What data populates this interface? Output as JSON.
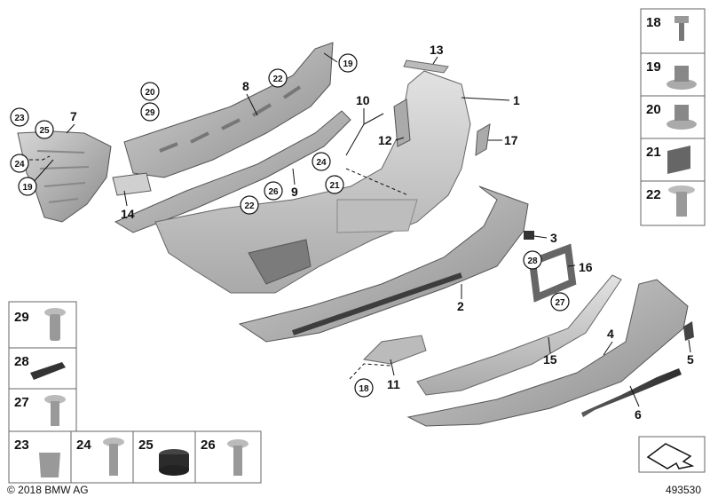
{
  "callouts": {
    "n1": "1",
    "n2": "2",
    "n3": "3",
    "n4": "4",
    "n5": "5",
    "n6": "6",
    "n7": "7",
    "n8": "8",
    "n9": "9",
    "n10": "10",
    "n11": "11",
    "n12": "12",
    "n13": "13",
    "n14": "14",
    "n15": "15",
    "n16": "16",
    "n17": "17"
  },
  "circled": {
    "c19a": "19",
    "c19b": "19",
    "c20": "20",
    "c29": "29",
    "c22a": "22",
    "c22b": "22",
    "c23": "23",
    "c25": "25",
    "c24a": "24",
    "c24b": "24",
    "c26": "26",
    "c21": "21",
    "c28": "28",
    "c27": "27",
    "c18": "18"
  },
  "legend_right": [
    "18",
    "19",
    "20",
    "21",
    "22"
  ],
  "legend_left": [
    "29",
    "28",
    "27"
  ],
  "legend_bottom": [
    "23",
    "24",
    "25",
    "26"
  ],
  "footer": {
    "copyright": "© 2018 BMW AG",
    "diagram_id": "493530"
  },
  "colors": {
    "part_fill": "#c8c8c8",
    "part_dark": "#6e6e6e",
    "line": "#111111"
  }
}
